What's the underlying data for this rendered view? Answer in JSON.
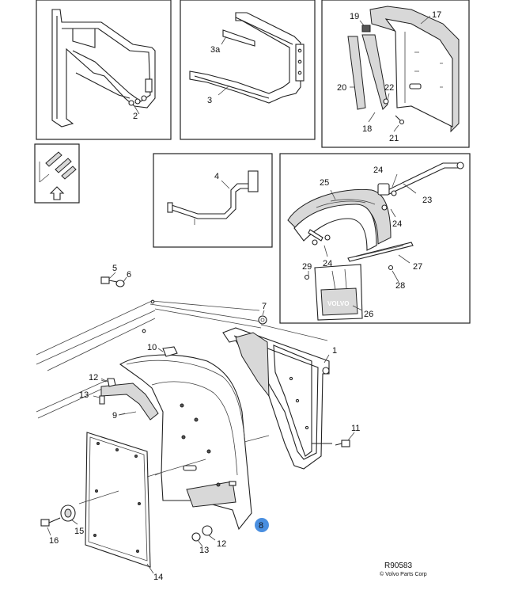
{
  "diagram": {
    "reference_code": "R90583",
    "copyright": "© Volvo Parts Corp",
    "highlight_color": "#4a8fe0",
    "highlighted_callout": "8",
    "callouts": {
      "c1": "1",
      "c2": "2",
      "c3": "3",
      "c3a": "3a",
      "c4": "4",
      "c5": "5",
      "c6": "6",
      "c7": "7",
      "c8": "8",
      "c9": "9",
      "c10": "10",
      "c11": "11",
      "c12a": "12",
      "c12b": "12",
      "c13a": "13",
      "c13b": "13",
      "c14": "14",
      "c15": "15",
      "c16": "16",
      "c17": "17",
      "c18": "18",
      "c19": "19",
      "c20": "20",
      "c21": "21",
      "c22": "22",
      "c23": "23",
      "c24a": "24",
      "c24b": "24",
      "c24c": "24",
      "c25": "25",
      "c26": "26",
      "c27": "27",
      "c28": "28",
      "c29": "29"
    },
    "mudflap_brand": "VOLVO"
  }
}
